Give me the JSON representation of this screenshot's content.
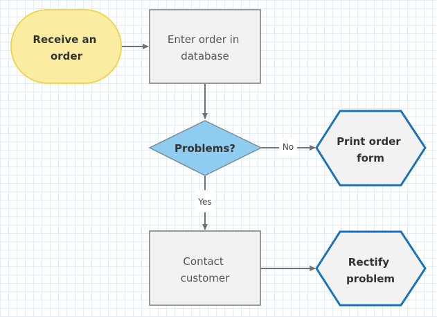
{
  "nodes": {
    "receive": {
      "line1": "Receive an",
      "line2": "order"
    },
    "enter": {
      "line1": "Enter order in",
      "line2": "database"
    },
    "problems": {
      "label": "Problems?"
    },
    "print": {
      "line1": "Print order",
      "line2": "form"
    },
    "contact": {
      "line1": "Contact",
      "line2": "customer"
    },
    "rectify": {
      "line1": "Rectify",
      "line2": "problem"
    }
  },
  "edges": {
    "no_label": "No",
    "yes_label": "Yes"
  },
  "colors": {
    "start_fill": "#faeca0",
    "start_stroke": "#f0d64e",
    "process_fill": "#f2f2f2",
    "process_stroke": "#7a7a7a",
    "decision_fill": "#8ecdf0",
    "decision_stroke": "#7a8a96",
    "terminal_fill": "#f2f2f2",
    "terminal_stroke": "#1c72b8",
    "connector": "#707070"
  }
}
